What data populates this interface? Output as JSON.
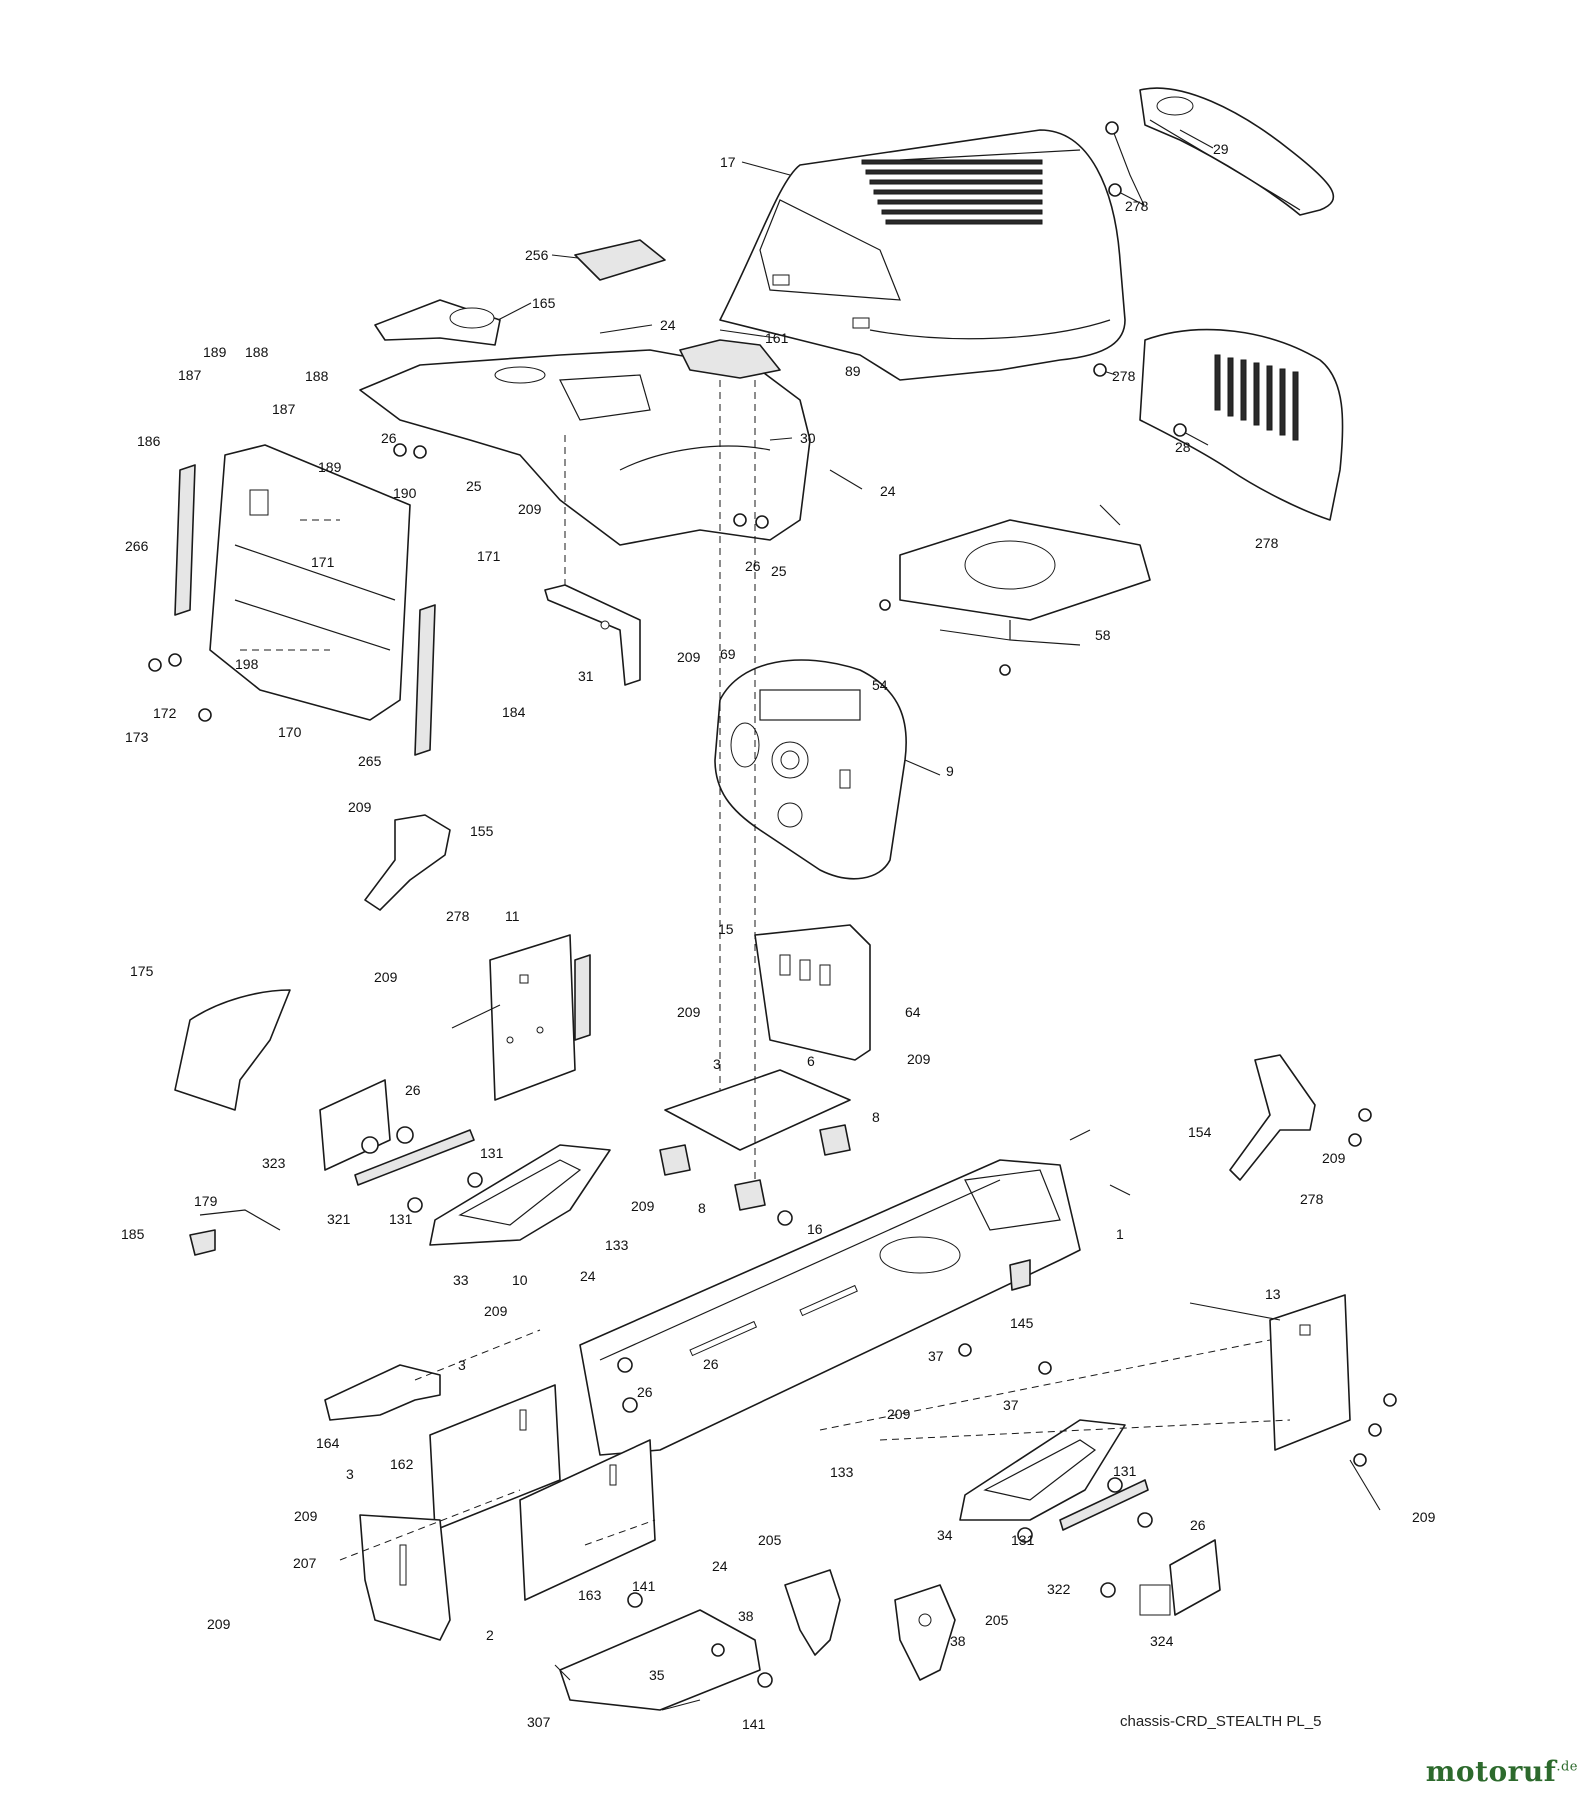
{
  "callouts": [
    {
      "label": "17"
    },
    {
      "label": "29"
    },
    {
      "label": "278"
    },
    {
      "label": "256"
    },
    {
      "label": "165"
    },
    {
      "label": "24"
    },
    {
      "label": "161"
    },
    {
      "label": "89"
    },
    {
      "label": "278"
    },
    {
      "label": "189"
    },
    {
      "label": "188"
    },
    {
      "label": "187"
    },
    {
      "label": "188"
    },
    {
      "label": "187"
    },
    {
      "label": "186"
    },
    {
      "label": "189"
    },
    {
      "label": "26"
    },
    {
      "label": "25"
    },
    {
      "label": "30"
    },
    {
      "label": "28"
    },
    {
      "label": "24"
    },
    {
      "label": "190"
    },
    {
      "label": "209"
    },
    {
      "label": "278"
    },
    {
      "label": "266"
    },
    {
      "label": "171"
    },
    {
      "label": "171"
    },
    {
      "label": "26"
    },
    {
      "label": "25"
    },
    {
      "label": "69"
    },
    {
      "label": "58"
    },
    {
      "label": "198"
    },
    {
      "label": "31"
    },
    {
      "label": "209"
    },
    {
      "label": "54"
    },
    {
      "label": "172"
    },
    {
      "label": "184"
    },
    {
      "label": "173"
    },
    {
      "label": "170"
    },
    {
      "label": "265"
    },
    {
      "label": "9"
    },
    {
      "label": "209"
    },
    {
      "label": "155"
    },
    {
      "label": "278"
    },
    {
      "label": "11"
    },
    {
      "label": "15"
    },
    {
      "label": "175"
    },
    {
      "label": "209"
    },
    {
      "label": "64"
    },
    {
      "label": "209"
    },
    {
      "label": "3"
    },
    {
      "label": "6"
    },
    {
      "label": "209"
    },
    {
      "label": "26"
    },
    {
      "label": "8"
    },
    {
      "label": "154"
    },
    {
      "label": "209"
    },
    {
      "label": "323"
    },
    {
      "label": "131"
    },
    {
      "label": "209"
    },
    {
      "label": "8"
    },
    {
      "label": "278"
    },
    {
      "label": "321"
    },
    {
      "label": "131"
    },
    {
      "label": "16"
    },
    {
      "label": "1"
    },
    {
      "label": "179"
    },
    {
      "label": "185"
    },
    {
      "label": "133"
    },
    {
      "label": "33"
    },
    {
      "label": "10"
    },
    {
      "label": "24"
    },
    {
      "label": "13"
    },
    {
      "label": "209"
    },
    {
      "label": "145"
    },
    {
      "label": "3"
    },
    {
      "label": "26"
    },
    {
      "label": "37"
    },
    {
      "label": "26"
    },
    {
      "label": "37"
    },
    {
      "label": "164"
    },
    {
      "label": "209"
    },
    {
      "label": "3"
    },
    {
      "label": "162"
    },
    {
      "label": "133"
    },
    {
      "label": "131"
    },
    {
      "label": "34"
    },
    {
      "label": "26"
    },
    {
      "label": "209"
    },
    {
      "label": "131"
    },
    {
      "label": "209"
    },
    {
      "label": "24"
    },
    {
      "label": "205"
    },
    {
      "label": "207"
    },
    {
      "label": "322"
    },
    {
      "label": "163"
    },
    {
      "label": "2"
    },
    {
      "label": "141"
    },
    {
      "label": "38"
    },
    {
      "label": "205"
    },
    {
      "label": "209"
    },
    {
      "label": "38"
    },
    {
      "label": "324"
    },
    {
      "label": "35"
    },
    {
      "label": "307"
    },
    {
      "label": "141"
    }
  ],
  "caption": "chassis-CRD_STEALTH PL_5",
  "logo": {
    "text": "motoruf",
    "suffix": ".de",
    "color": "#2d6a2d"
  }
}
